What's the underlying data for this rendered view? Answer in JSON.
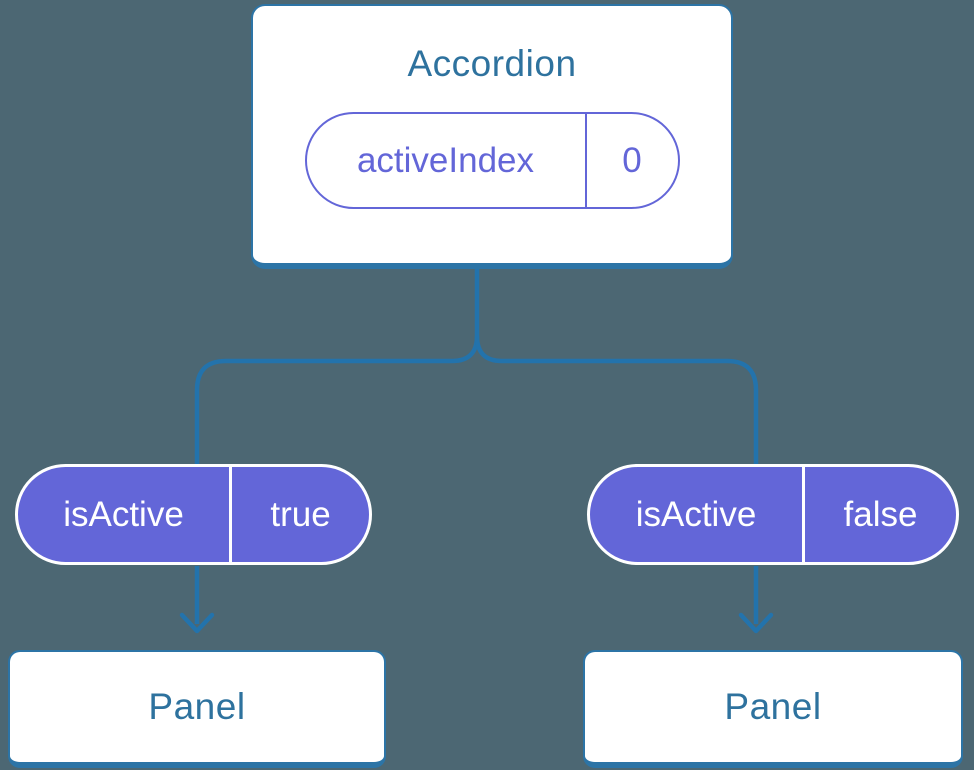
{
  "diagram": {
    "root": {
      "title": "Accordion",
      "state": {
        "name": "activeIndex",
        "value": "0"
      }
    },
    "children": [
      {
        "prop": {
          "name": "isActive",
          "value": "true"
        },
        "node": {
          "title": "Panel"
        }
      },
      {
        "prop": {
          "name": "isActive",
          "value": "false"
        },
        "node": {
          "title": "Panel"
        }
      }
    ],
    "colors": {
      "background": "#4C6773",
      "line": "#2373AC",
      "purple": "#6366D8",
      "heading": "#2E729E",
      "card_border": "#2C74A6",
      "light": "#FFFFFF"
    }
  }
}
